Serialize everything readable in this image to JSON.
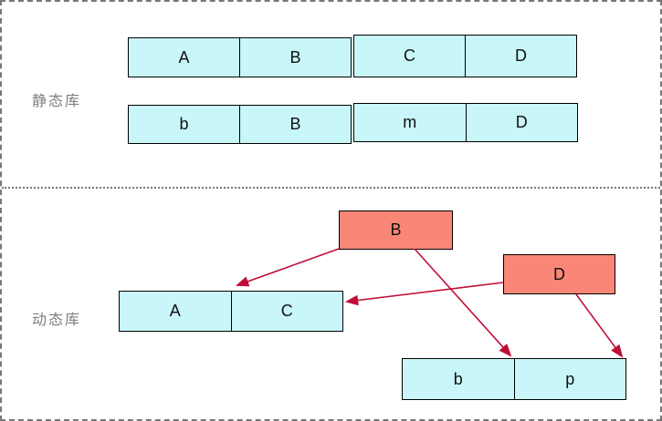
{
  "static_section": {
    "label": "静态库",
    "row1_group1": [
      "A",
      "B"
    ],
    "row1_group2": [
      "C",
      "D"
    ],
    "row2_group1": [
      "b",
      "B"
    ],
    "row2_group2": [
      "m",
      "D"
    ]
  },
  "dynamic_section": {
    "label": "动态库",
    "source_box1": "B",
    "source_box2": "D",
    "lib_group1": [
      "A",
      "C"
    ],
    "lib_group2": [
      "b",
      "p"
    ]
  },
  "arrows": [
    {
      "from": "B",
      "to": "A-C group"
    },
    {
      "from": "B",
      "to": "b-p group"
    },
    {
      "from": "D",
      "to": "A-C group"
    },
    {
      "from": "D",
      "to": "b-p group"
    }
  ],
  "colors": {
    "cyan_fill": "#c9f6f8",
    "salmon_fill": "#fa8678",
    "arrow": "#c00d36",
    "box_border": "#000000",
    "label_text": "#7e7e7e",
    "frame": "#777777"
  }
}
